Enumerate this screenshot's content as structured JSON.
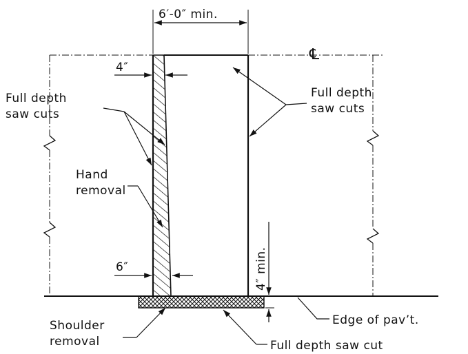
{
  "labels": {
    "top_dim": "6′-0″ min.",
    "centerline": "℄",
    "top_thickness": "4″",
    "bottom_thickness": "6″",
    "left_saw_cuts_line1": "Full depth",
    "left_saw_cuts_line2": "saw cuts",
    "right_saw_cuts_line1": "Full depth",
    "right_saw_cuts_line2": "saw cuts",
    "hand_removal_line1": "Hand",
    "hand_removal_line2": "removal",
    "depth_min": "4″ min.",
    "shoulder_removal_line1": "Shoulder",
    "shoulder_removal_line2": "removal",
    "edge_of_pavement": "Edge of pav’t.",
    "bottom_saw_cut": "Full depth saw cut"
  }
}
